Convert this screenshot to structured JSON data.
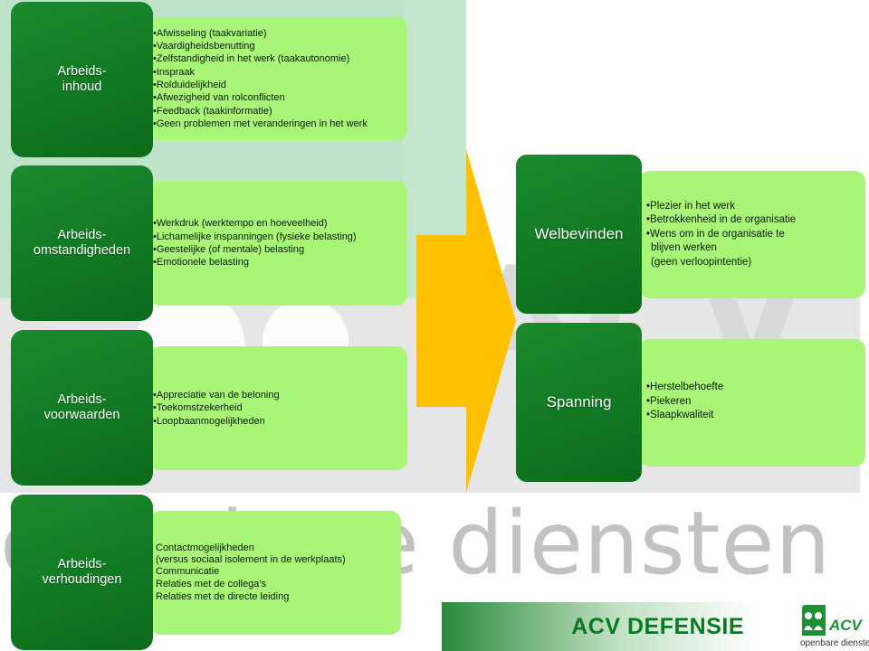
{
  "factors": [
    {
      "label_line1": "Arbeids-",
      "label_line2": "inhoud",
      "items": [
        "•Afwisseling (taakvariatie)",
        "•Vaardigheidsbenutting",
        "•Zelfstandigheid in het werk (taakautonomie)",
        "•Inspraak",
        "•Rolduidelijkheid",
        "•Afwezigheid van rolconflicten",
        "•Feedback (taakinformatie)",
        "•Geen problemen met veranderingen in het werk"
      ]
    },
    {
      "label_line1": "Arbeids-",
      "label_line2": "omstandigheden",
      "items": [
        "•Werkdruk (werktempo en hoeveelheid)",
        "•Lichamelijke inspanningen (fysieke belasting)",
        "•Geestelijke (of mentale) belasting",
        "•Emotionele belasting"
      ]
    },
    {
      "label_line1": "Arbeids-",
      "label_line2": "voorwaarden",
      "items": [
        "•Appreciatie van de beloning",
        "•Toekomstzekerheid",
        "•Loopbaanmogelijkheden"
      ]
    },
    {
      "label_line1": "Arbeids-",
      "label_line2": "verhoudingen",
      "items": [
        "Contactmogelijkheden",
        "(versus sociaal isolement in de werkplaats)",
        "Communicatie",
        "Relaties met de collega's",
        "Relaties met de directe leiding"
      ]
    }
  ],
  "outcomes": [
    {
      "label": "Welbevinden",
      "items": [
        "•Plezier in het werk",
        "•Betrokkenheid in de organisatie",
        "•Wens om in de organisatie te",
        "  blijven werken",
        "  (geen verloopintentie)"
      ]
    },
    {
      "label": "Spanning",
      "items": [
        "•Herstelbehoefte",
        "•Piekeren",
        "•Slaapkwaliteit"
      ]
    }
  ],
  "footer": {
    "banner": "ACV DEFENSIE",
    "logo_text": "ACV",
    "logo_sub": "openbare diensten"
  },
  "watermark": {
    "text": "openbare diensten",
    "letters": "ACV"
  },
  "colors": {
    "dark_green": "#0b6b1b",
    "light_green": "#a9f577",
    "arrow": "#ffc000",
    "brand_green": "#0a7a22"
  }
}
